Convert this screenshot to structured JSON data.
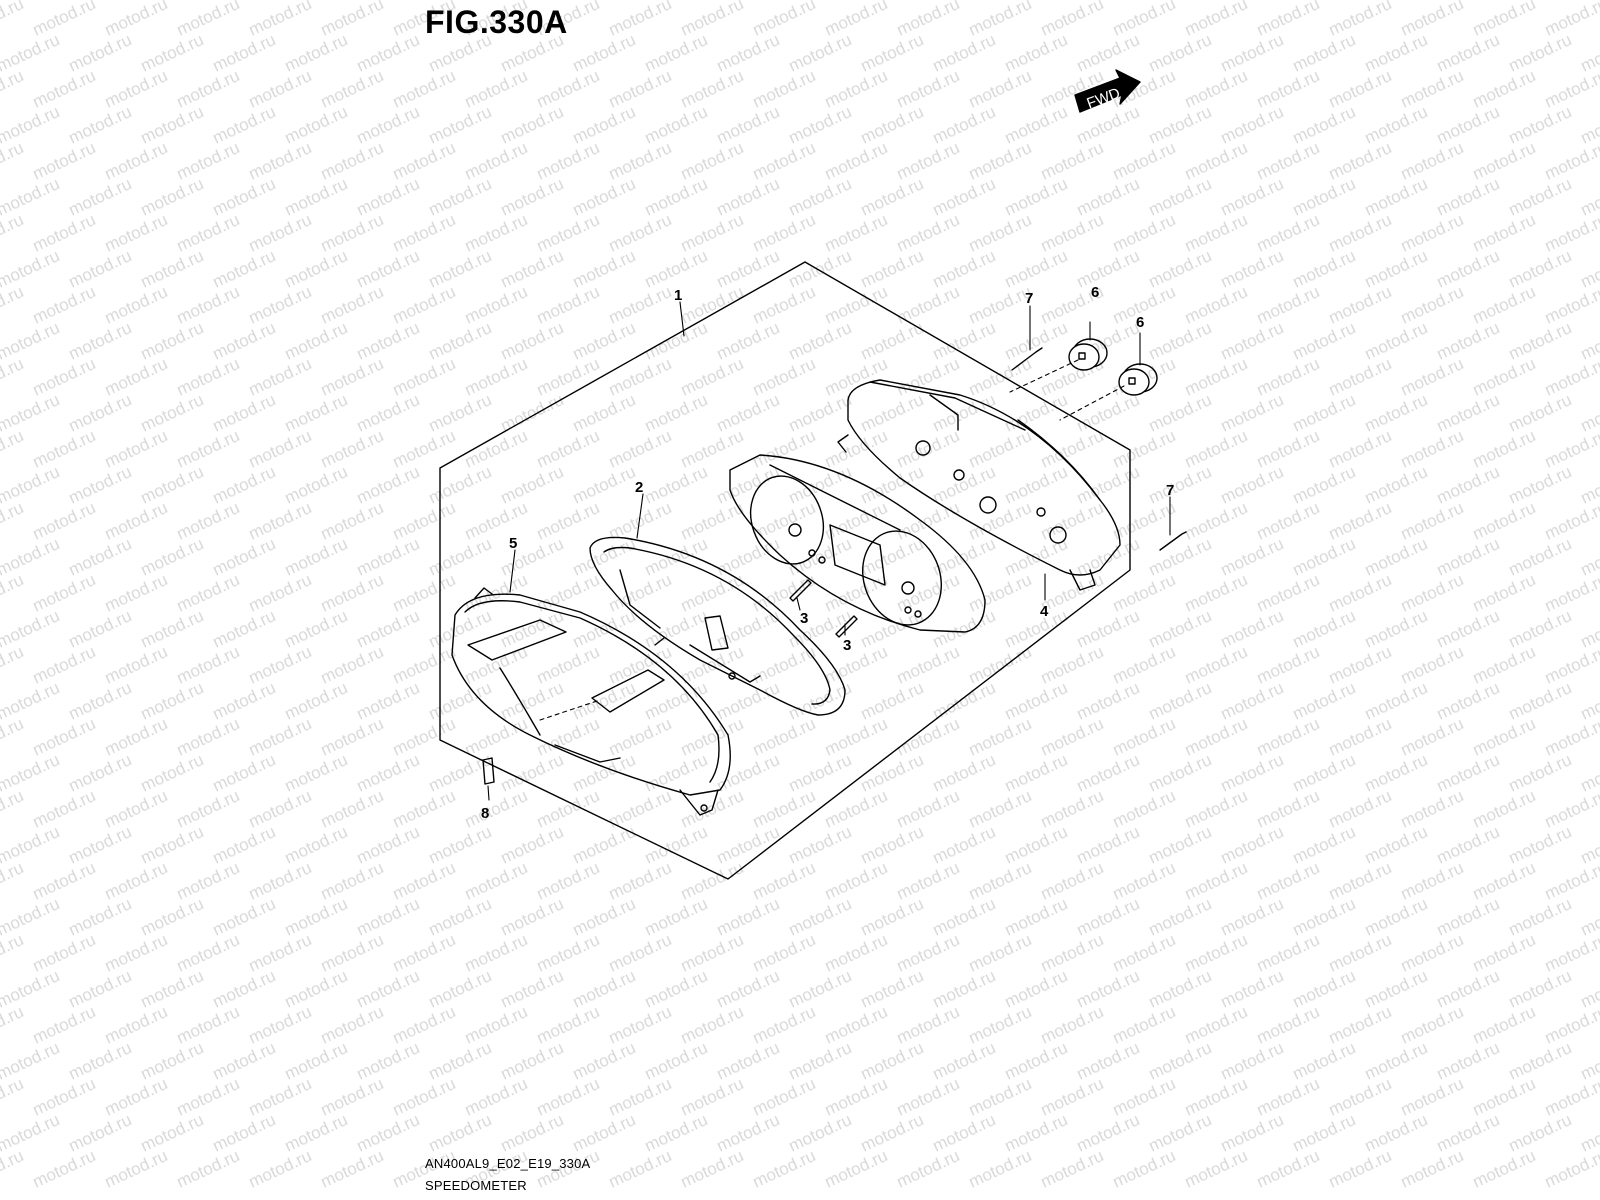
{
  "figure": {
    "title": "FIG.330A",
    "watermark_text": "motod.ru",
    "direction_badge": "FWD",
    "footer_code": "AN400AL9_E02_E19_330A",
    "footer_name": "SPEEDOMETER"
  },
  "callouts": [
    {
      "key": "c1",
      "label": "1"
    },
    {
      "key": "c2",
      "label": "2"
    },
    {
      "key": "c3a",
      "label": "3"
    },
    {
      "key": "c3b",
      "label": "3"
    },
    {
      "key": "c4",
      "label": "4"
    },
    {
      "key": "c5",
      "label": "5"
    },
    {
      "key": "c6a",
      "label": "6"
    },
    {
      "key": "c6b",
      "label": "6"
    },
    {
      "key": "c7a",
      "label": "7"
    },
    {
      "key": "c7b",
      "label": "7"
    },
    {
      "key": "c8",
      "label": "8"
    }
  ],
  "colors": {
    "ink": "#000000",
    "watermark": "#d9d9d9",
    "background": "#ffffff"
  }
}
